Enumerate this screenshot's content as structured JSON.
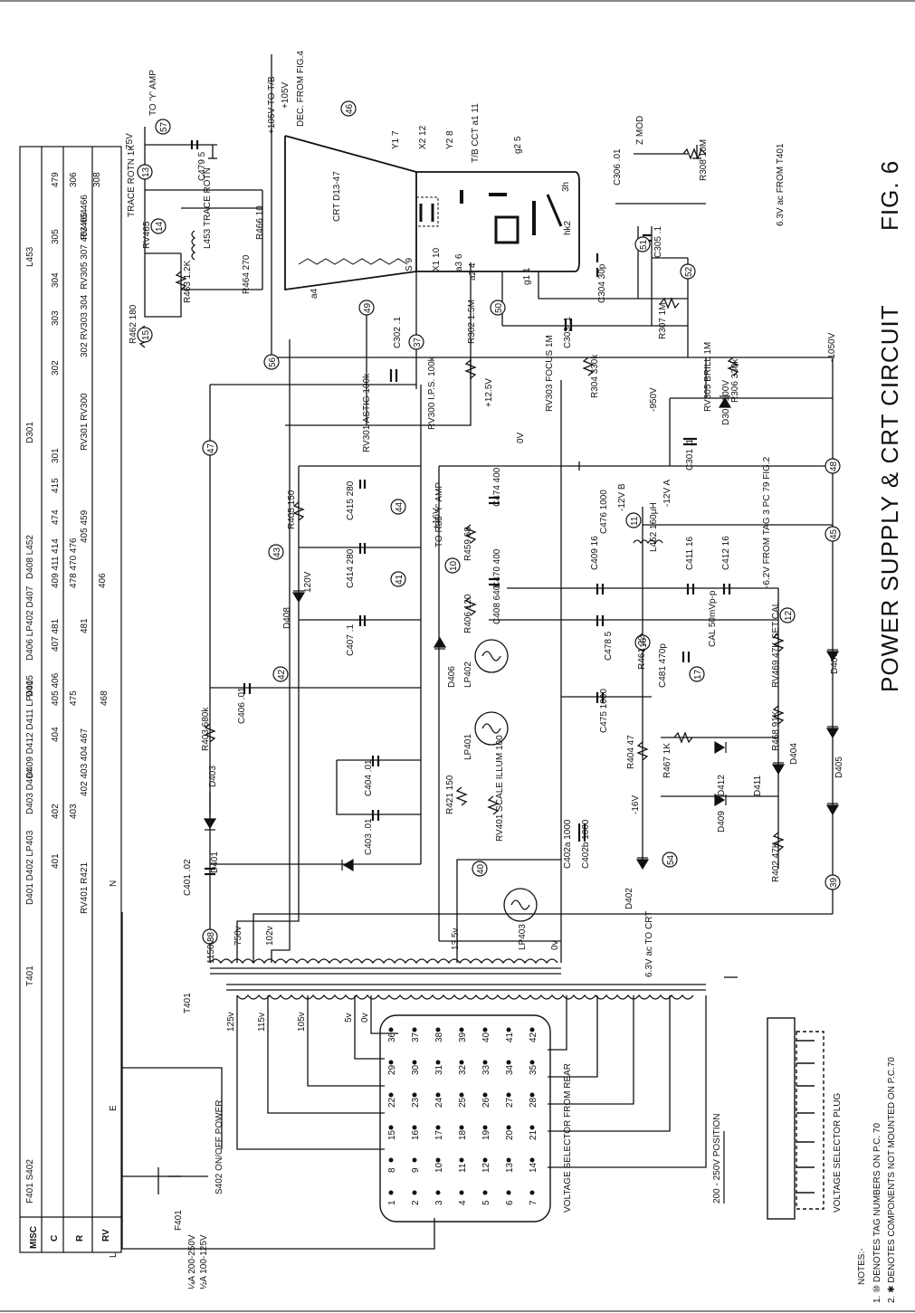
{
  "title": "POWER SUPPLY & CRT CIRCUIT",
  "figure": "FIG. 6",
  "parts_table": {
    "row_labels": [
      "MISC",
      "C",
      "R",
      "RV"
    ],
    "misc_groups": [
      "F401 S402",
      "T401",
      "D401 D402 LP403",
      "D403 D404",
      "D409 D412 D411 LP401",
      "D405",
      "D406 LP402 D407",
      "D408 L452",
      "D301",
      "L453"
    ],
    "c_refs": [
      "401",
      "402",
      "403",
      "404",
      "405 406",
      "475",
      "407 481",
      "409 411 414",
      "478 470 476",
      "415",
      "474",
      "301",
      "302",
      "303",
      "304",
      "305",
      "479",
      "306"
    ],
    "r_refs": [
      "RV401 R421",
      "402 403 404 467",
      "468",
      "481",
      "405 459",
      "406",
      "RV301 RV300",
      "302 RV303 304",
      "RV305 307 463 464",
      "RV465 466",
      "308"
    ]
  },
  "crt": {
    "name": "CRT D13-47",
    "pins": [
      "Y1 7",
      "X2 12",
      "Y2 8",
      "T/B CCT a1 11",
      "g2 5",
      "3h",
      "hk2",
      "g1 1",
      "a2 4",
      "a3 6",
      "X1 10",
      "S 9",
      "a4"
    ]
  },
  "supply_labels": [
    "+105V TO T/B",
    "+105V",
    "DEC. FROM FIG.4",
    "TO 'Y' AMP",
    "75V",
    "-950V",
    "-1050V",
    "+12.5V",
    "0V",
    "+16V",
    "TO R85 'Y' AMP",
    "-12V B",
    "-12V A",
    "-16V",
    "120V",
    "-6.2V FROM TAG 3 PC 79 FIG.2",
    "6.3V ac FROM T401",
    "Z MOD",
    "CAL 50mVp-p",
    "6.3V ac TO CRT"
  ],
  "components": [
    "R462 180",
    "R463 1.2K",
    "L453 TRACE ROTN",
    "R464 270",
    "RV465",
    "R466 10",
    "TRACE ROTN 1K",
    "C479 5",
    "C302 .1",
    "R302 1.5M",
    "RV300 I.P.S. 100k",
    "RV301 ASTIG 100k",
    "RV303 FOCUS 1M",
    "C303 .1",
    "R304 330k",
    "C304 30p",
    "C305 .1",
    "C306 .01",
    "R307 1M",
    "R308 10M",
    "RV305 BRILL 1M",
    "R306 330k",
    "D301 100V",
    "C301 .1",
    "C415 280",
    "C474 400",
    "R405 150",
    "C414 280",
    "R459 68",
    "C470 400",
    "C476 1000",
    "L452 160μH",
    "R406 120",
    "C408 640",
    "C409 16",
    "C411 16",
    "C412 16",
    "C407 .1",
    "C478 5",
    "R461 22",
    "C481 470p",
    "RV469 47K SET CAL",
    "R468 91K",
    "R467 1K",
    "C475 1000",
    "R404 47",
    "C406 .01",
    "R403 680k",
    "C404 .01",
    "C403 .01",
    "C401 .02",
    "R421 150",
    "RV401 SCALE ILLUM 100",
    "C402a 1000",
    "C402b 1000",
    "R402 47K",
    "D401",
    "D402",
    "D403",
    "D404",
    "D405",
    "D406",
    "D407",
    "D408",
    "D409",
    "D411",
    "D412",
    "LP401",
    "LP402",
    "LP403",
    "T401",
    "F401",
    "S402 ON/OFF POWER"
  ],
  "transformer_taps": [
    "1150v",
    "750v",
    "102v",
    "13.5v",
    "0v",
    "125v",
    "115v",
    "105v",
    "5v",
    "0v"
  ],
  "tags": [
    "13",
    "14",
    "15",
    "56",
    "57",
    "46",
    "49",
    "50",
    "51",
    "52",
    "37",
    "47",
    "48",
    "44",
    "43",
    "41",
    "42",
    "45",
    "10",
    "11",
    "12",
    "16",
    "17",
    "38",
    "39",
    "40",
    "54"
  ],
  "mains": {
    "L": "L",
    "E": "E",
    "N": "N",
    "fuse_ratings": [
      "¼A 200-250V",
      "½A 100-125V"
    ]
  },
  "voltage_selector": {
    "title": "VOLTAGE SELECTOR FROM REAR",
    "pins": [
      "1",
      "2",
      "3",
      "4",
      "5",
      "6",
      "7",
      "8",
      "9",
      "10",
      "11",
      "12",
      "13",
      "14",
      "15",
      "16",
      "17",
      "18",
      "19",
      "20",
      "21",
      "22",
      "23",
      "24",
      "25",
      "26",
      "27",
      "28",
      "29",
      "30",
      "31",
      "32",
      "33",
      "34",
      "35",
      "36",
      "37",
      "38",
      "39",
      "40",
      "41",
      "42"
    ],
    "position": "200 - 250V POSITION",
    "plug_label": "VOLTAGE SELECTOR PLUG"
  },
  "notes": {
    "heading": "NOTES:-",
    "items": [
      "1. ⑩ DENOTES TAG NUMBERS ON P.C. 70",
      "2. ✱ DENOTES COMPONENTS NOT MOUNTED ON P.C.70"
    ]
  }
}
